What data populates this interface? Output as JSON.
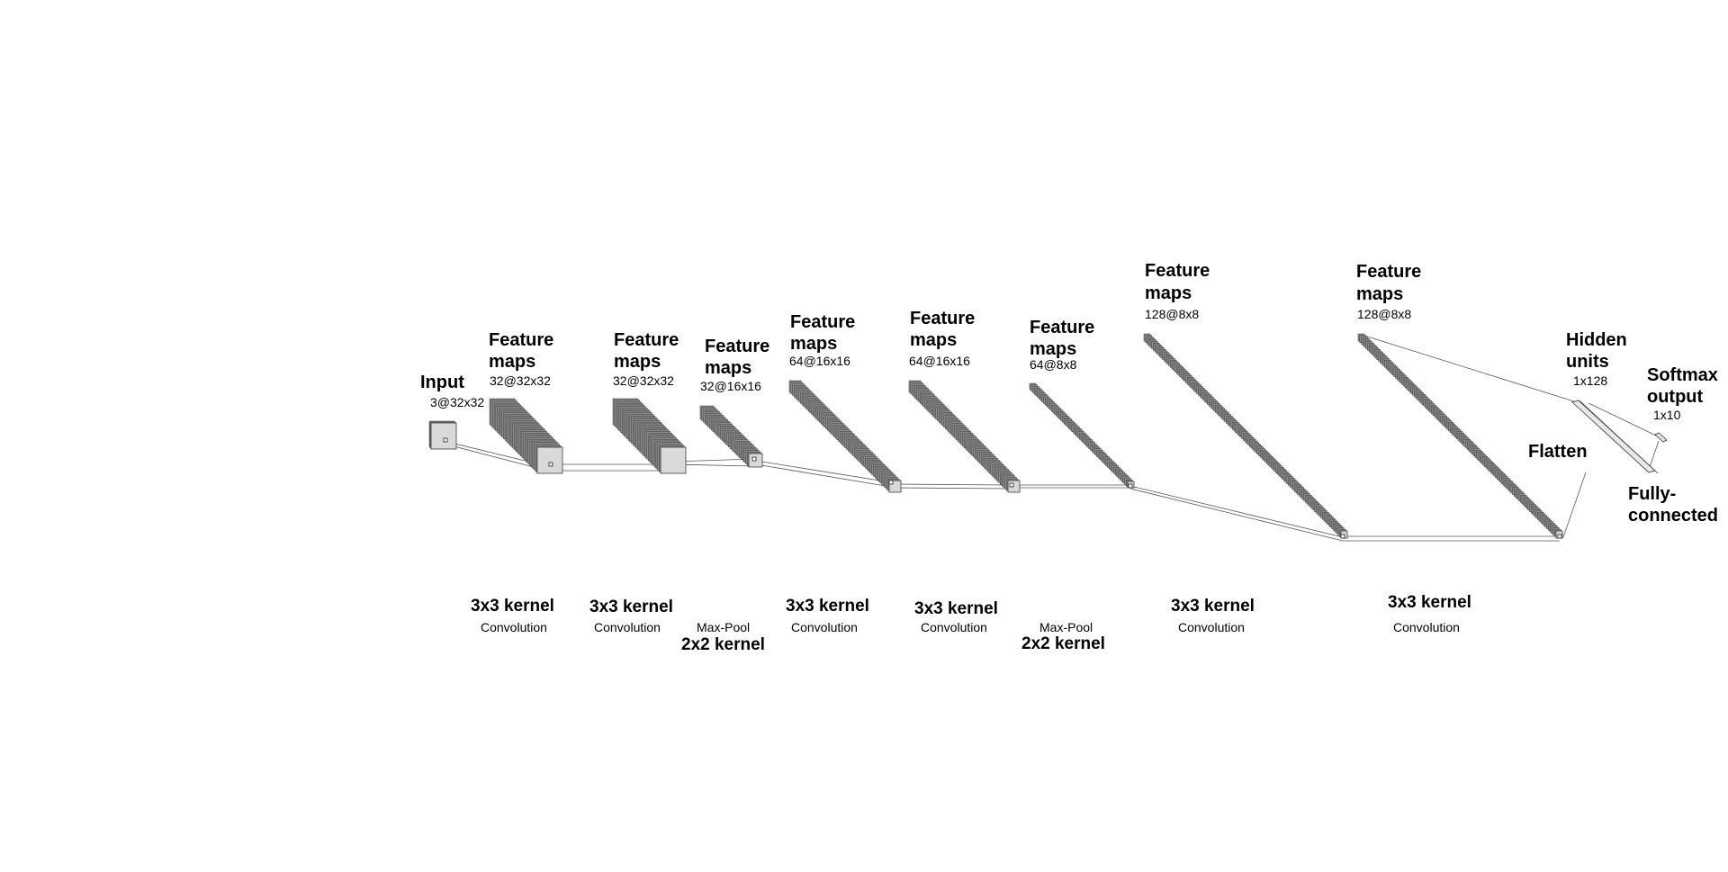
{
  "layers": [
    {
      "title_line1": "Input",
      "title_line2": "",
      "dims": "3@32x32"
    },
    {
      "title_line1": "Feature",
      "title_line2": "maps",
      "dims": "32@32x32"
    },
    {
      "title_line1": "Feature",
      "title_line2": "maps",
      "dims": "32@32x32"
    },
    {
      "title_line1": "Feature",
      "title_line2": "maps",
      "dims": "32@16x16"
    },
    {
      "title_line1": "Feature",
      "title_line2": "maps",
      "dims": "64@16x16"
    },
    {
      "title_line1": "Feature",
      "title_line2": "maps",
      "dims": "64@16x16"
    },
    {
      "title_line1": "Feature",
      "title_line2": "maps",
      "dims": "64@8x8"
    },
    {
      "title_line1": "Feature",
      "title_line2": "maps",
      "dims": "128@8x8"
    },
    {
      "title_line1": "Feature",
      "title_line2": "maps",
      "dims": "128@8x8"
    },
    {
      "title_line1": "Hidden",
      "title_line2": "units",
      "dims": "1x128"
    },
    {
      "title_line1": "Softmax",
      "title_line2": "output",
      "dims": "1x10"
    }
  ],
  "operations": [
    {
      "kernel": "3x3 kernel",
      "type": "Convolution"
    },
    {
      "kernel": "3x3 kernel",
      "type": "Convolution"
    },
    {
      "kernel": "2x2 kernel",
      "type": "Max-Pool"
    },
    {
      "kernel": "3x3 kernel",
      "type": "Convolution"
    },
    {
      "kernel": "3x3 kernel",
      "type": "Convolution"
    },
    {
      "kernel": "2x2 kernel",
      "type": "Max-Pool"
    },
    {
      "kernel": "3x3 kernel",
      "type": "Convolution"
    },
    {
      "kernel": "3x3 kernel",
      "type": "Convolution"
    }
  ],
  "flatten_label": "Flatten",
  "fc_label_line1": "Fully-",
  "fc_label_line2": "connected",
  "colors": {
    "map_fill": "#8c8c8c",
    "map_edge": "#3a3a3a",
    "front_face": "#d9d9d9",
    "line": "#555555"
  }
}
